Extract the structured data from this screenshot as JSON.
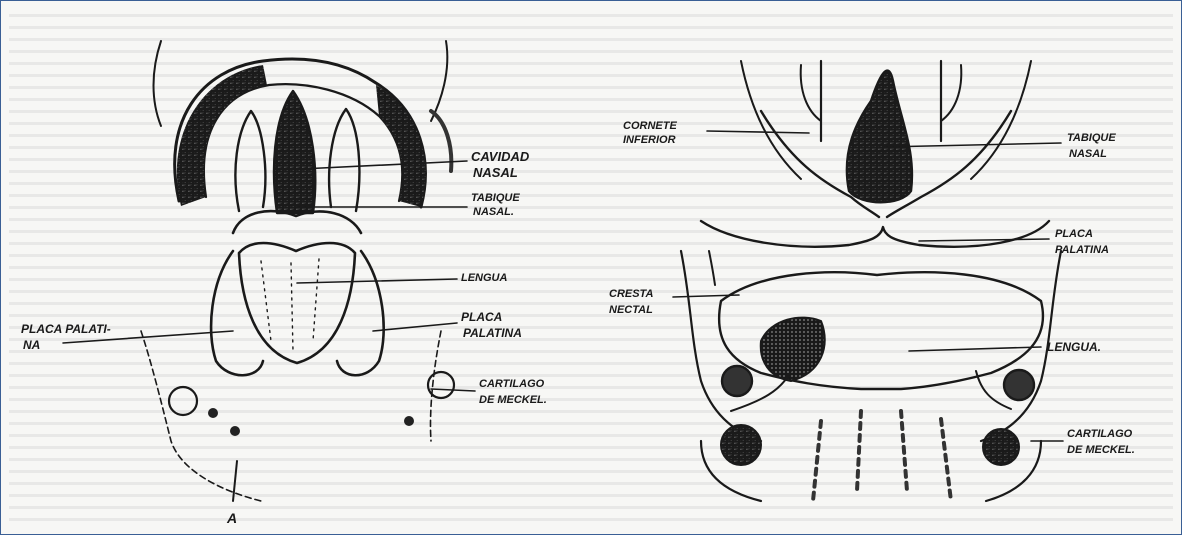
{
  "figure_a": {
    "labels": {
      "cavidad_nasal_1": "CAVIDAD",
      "cavidad_nasal_2": "NASAL",
      "tabique_nasal_1": "TABIQUE",
      "tabique_nasal_2": "NASAL.",
      "lengua": "LENGUA",
      "placa_palatina_left_1": "PLACA PALATI-",
      "placa_palatina_left_2": "NA",
      "placa_palatina_right_1": "PLACA",
      "placa_palatina_right_2": "PALATINA",
      "cartilago_1": "CARTILAGO",
      "cartilago_2": "DE MECKEL.",
      "panel_letter": "A"
    }
  },
  "figure_b": {
    "labels": {
      "cornete_1": "CORNETE",
      "cornete_2": "INFERIOR",
      "tabique_1": "TABIQUE",
      "tabique_2": "NASAL",
      "placa_1": "PLACA",
      "placa_2": "PALATINA",
      "cresta_1": "CRESTA",
      "cresta_2": "NECTAL",
      "lengua": "LENGUA.",
      "cartilago_1": "CARTILAGO",
      "cartilago_2": "DE MECKEL."
    }
  },
  "colors": {
    "ink": "#1a1a1a",
    "border": "#3a5f95",
    "paper": "#f7f7f5"
  }
}
